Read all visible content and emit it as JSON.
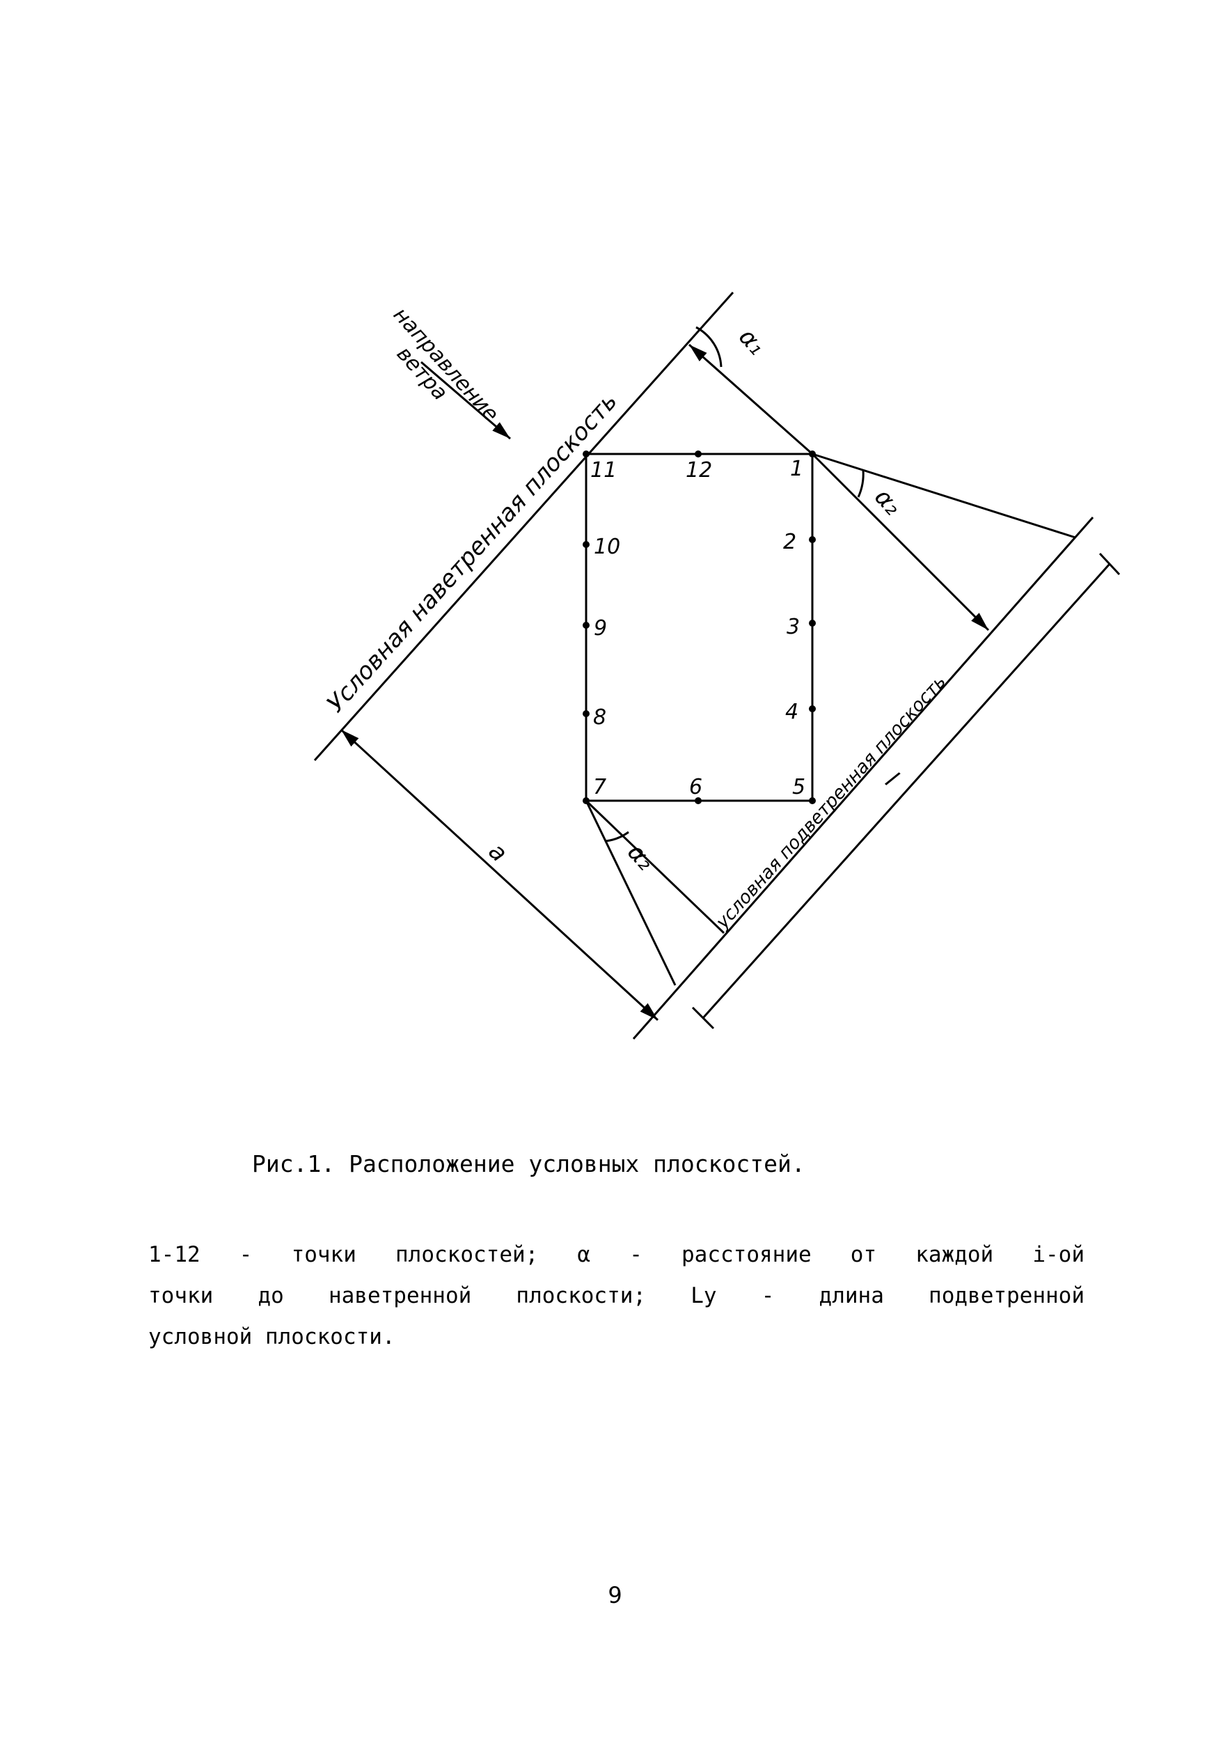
{
  "figure": {
    "wind_label": {
      "line1": "направление",
      "line2": "ветра"
    },
    "windward_plane_label": "Условная наветренная плоскость",
    "leeward_plane_label": "условная подветренная плоскость",
    "points": [
      "1",
      "2",
      "3",
      "4",
      "5",
      "6",
      "7",
      "8",
      "9",
      "10",
      "11",
      "12"
    ],
    "distance_label": "a",
    "length_label": "l",
    "alpha1_label": "α₁",
    "alpha2_top_label": "α₂",
    "alpha2_bottom_label": "α₂"
  },
  "caption": "Рис.1. Расположение условных плоскостей.",
  "legend": {
    "line1": "1-12 - точки плоскостей; α - расстояние от каждой i-ой",
    "line2": "точки до наветренной плоскости; Lу - длина подветренной",
    "line3": "условной плоскости."
  },
  "page_number": "9"
}
